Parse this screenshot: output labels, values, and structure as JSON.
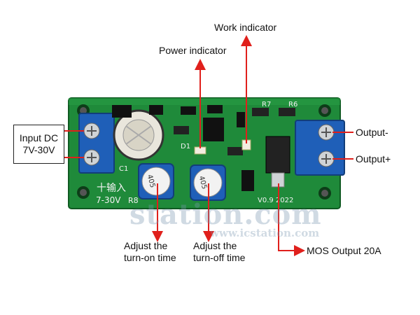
{
  "labels": {
    "input_line1": "Input DC",
    "input_line2": "7V-30V",
    "work_indicator": "Work indicator",
    "power_indicator": "Power indicator",
    "output_neg": "Output-",
    "output_pos": "Output+",
    "adjust_on_line1": "Adjust the",
    "adjust_on_line2": "turn-on time",
    "adjust_off_line1": "Adjust the",
    "adjust_off_line2": "turn-off time",
    "mos_output": "MOS Output 20A"
  },
  "board_silkscreen": {
    "input_cn": "十输入",
    "input_range": "7-30V",
    "version": "V0.9 2022",
    "c1": "C1",
    "r8": "R8",
    "d1": "D1",
    "r7": "R7",
    "r6": "R6",
    "pot1": "405",
    "pot2": "405"
  },
  "watermark": {
    "logo": "station.com",
    "url": "www.icstation.com"
  },
  "colors": {
    "pcb": "#1f8a3a",
    "terminal": "#1f5fb8",
    "arrow": "#e0201c"
  }
}
